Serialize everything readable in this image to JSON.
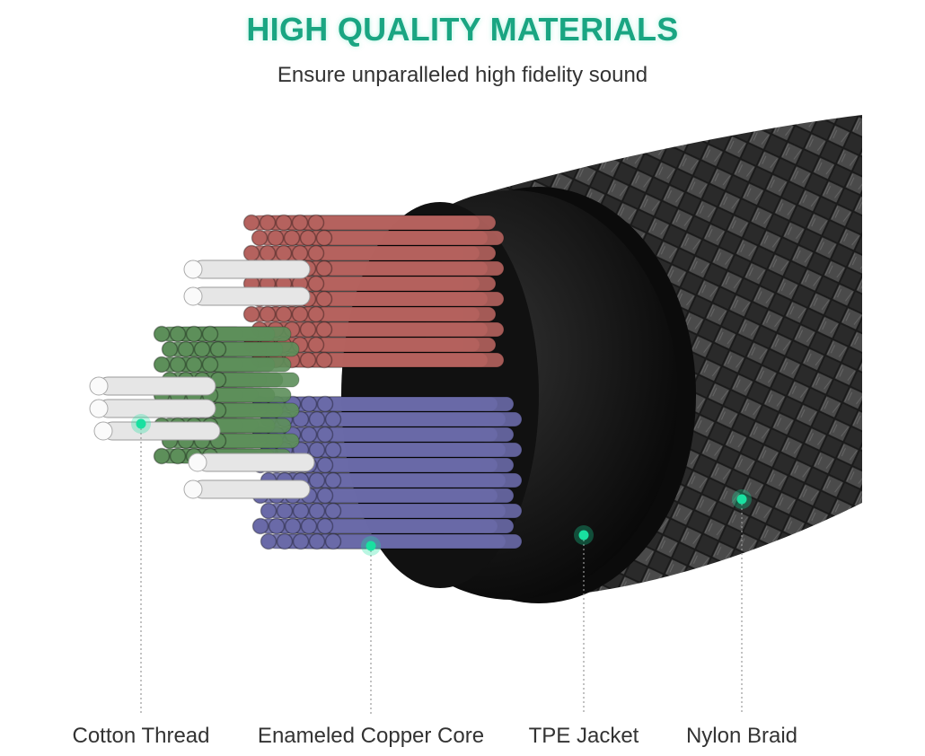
{
  "header": {
    "title": "HIGH QUALITY MATERIALS",
    "subtitle": "Ensure unparalleled high fidelity sound"
  },
  "callouts": [
    {
      "label": "Cotton Thread"
    },
    {
      "label": "Enameled Copper Core"
    },
    {
      "label": "TPE Jacket"
    },
    {
      "label": "Nylon Braid"
    }
  ],
  "colors": {
    "accent": "#1aa582",
    "dot": "#19e0a0",
    "wire_red": "#b5625e",
    "wire_blue": "#6a6aa8",
    "wire_green": "#5d8f5a",
    "wire_white": "#e6e6e6",
    "jacket": "#111111",
    "braid": "#3a3a3a"
  }
}
